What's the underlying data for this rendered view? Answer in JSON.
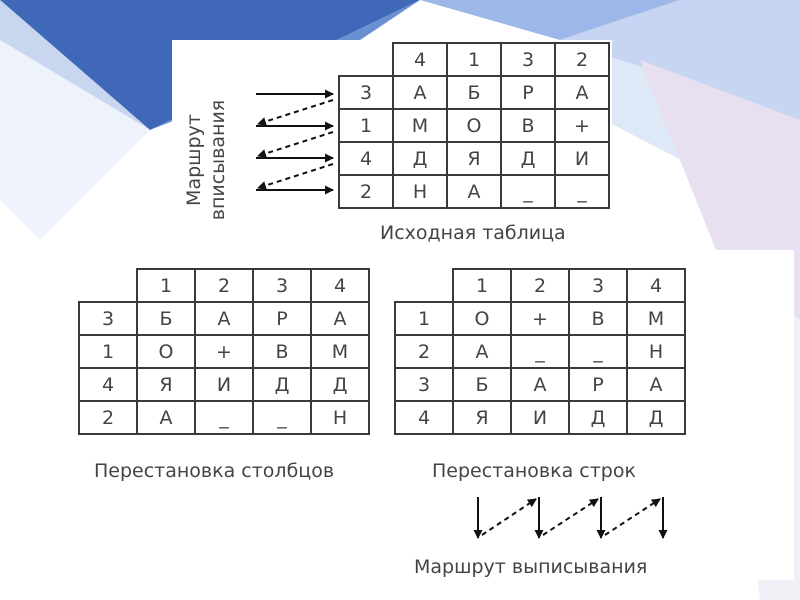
{
  "source_table": {
    "caption": "Исходная таблица",
    "header": [
      "4",
      "1",
      "3",
      "2"
    ],
    "rows": [
      {
        "key": "3",
        "cells": [
          "А",
          "Б",
          "Р",
          "А"
        ]
      },
      {
        "key": "1",
        "cells": [
          "М",
          "О",
          "В",
          "+"
        ]
      },
      {
        "key": "4",
        "cells": [
          "Д",
          "Я",
          "Д",
          "И"
        ]
      },
      {
        "key": "2",
        "cells": [
          "Н",
          "А",
          "_",
          "_"
        ]
      }
    ]
  },
  "writing_route": {
    "line1": "Маршрут",
    "line2": "вписывания"
  },
  "column_permutation": {
    "caption": "Перестановка столбцов",
    "header": [
      "1",
      "2",
      "3",
      "4"
    ],
    "rows": [
      {
        "key": "3",
        "cells": [
          "Б",
          "А",
          "Р",
          "А"
        ]
      },
      {
        "key": "1",
        "cells": [
          "О",
          "+",
          "В",
          "М"
        ]
      },
      {
        "key": "4",
        "cells": [
          "Я",
          "И",
          "Д",
          "Д"
        ]
      },
      {
        "key": "2",
        "cells": [
          "А",
          "_",
          "_",
          "Н"
        ]
      }
    ]
  },
  "row_permutation": {
    "caption": "Перестановка строк",
    "header": [
      "1",
      "2",
      "3",
      "4"
    ],
    "rows": [
      {
        "key": "1",
        "cells": [
          "О",
          "+",
          "В",
          "М"
        ]
      },
      {
        "key": "2",
        "cells": [
          "А",
          "_",
          "_",
          "Н"
        ]
      },
      {
        "key": "3",
        "cells": [
          "Б",
          "А",
          "Р",
          "А"
        ]
      },
      {
        "key": "4",
        "cells": [
          "Я",
          "И",
          "Д",
          "Д"
        ]
      }
    ]
  },
  "reading_route": {
    "caption": "Маршрут выписывания"
  },
  "colors": {
    "background_shapes": [
      "#3f68b8",
      "#5f88d0",
      "#9db8e8",
      "#c6d6f2",
      "#e6ecf8",
      "#e8e0f0"
    ],
    "grid_line": "#3a3a3a",
    "text": "#444444"
  }
}
